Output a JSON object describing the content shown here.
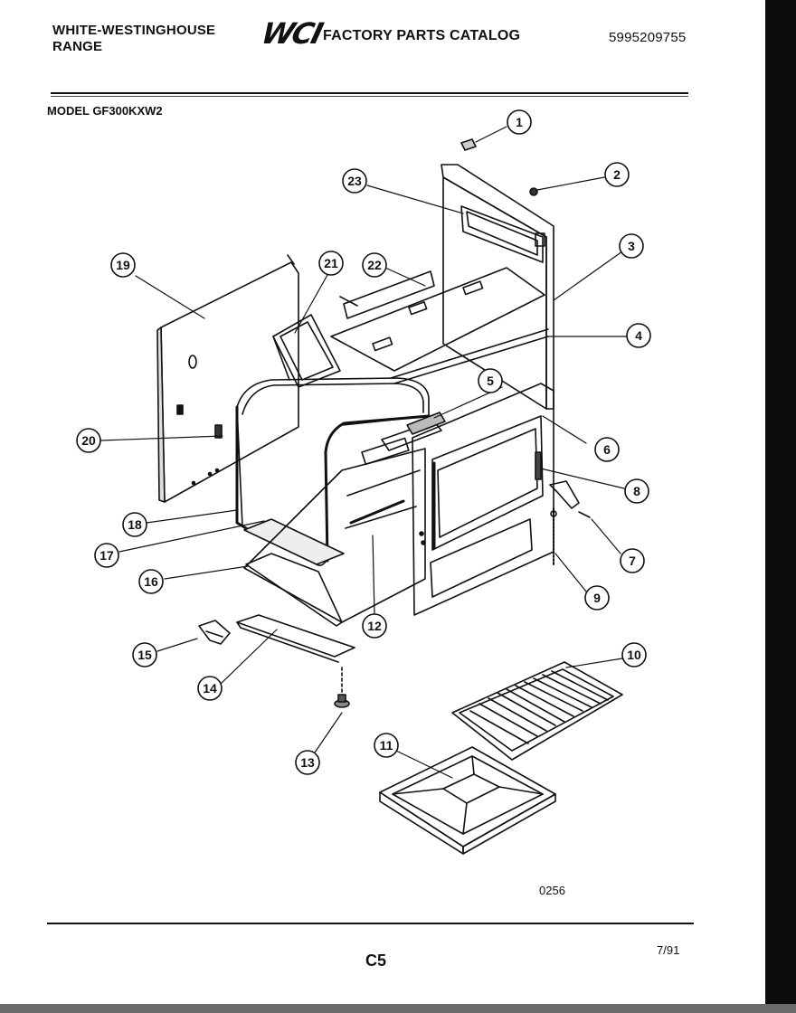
{
  "header": {
    "brand_line1": "WHITE-WESTINGHOUSE",
    "brand_line2": "RANGE",
    "logo_text": "WCI",
    "catalog_title": "FACTORY PARTS CATALOG",
    "part_number": "5995209755",
    "model": "MODEL GF300KXW2"
  },
  "callouts": [
    "1",
    "2",
    "3",
    "4",
    "5",
    "6",
    "7",
    "8",
    "9",
    "10",
    "11",
    "12",
    "13",
    "14",
    "15",
    "16",
    "17",
    "18",
    "19",
    "20",
    "21",
    "22",
    "23"
  ],
  "footer": {
    "figure_code": "0256",
    "page_code": "C5",
    "date": "7/91"
  }
}
